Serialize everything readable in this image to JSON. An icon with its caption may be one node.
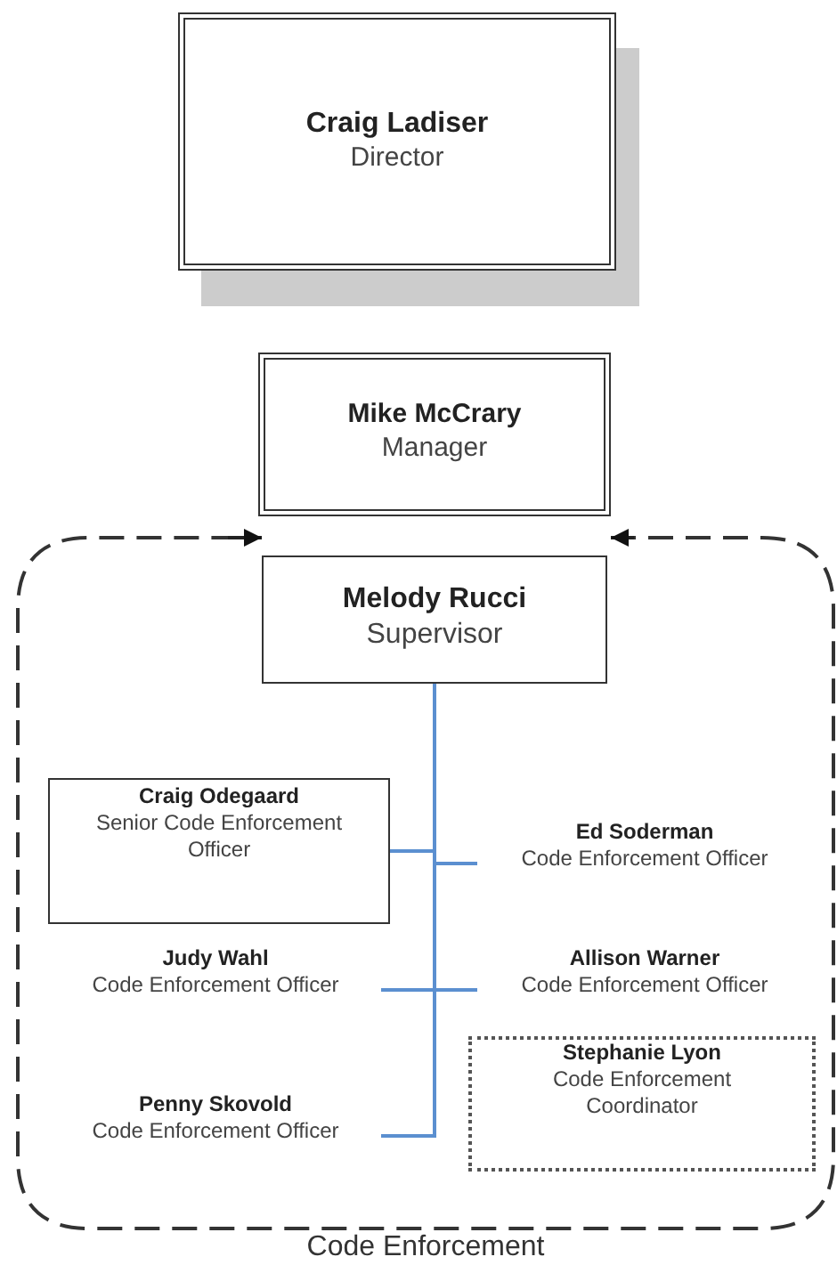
{
  "diagram": {
    "nodes": [
      {
        "text": [
          "Craig Ladiser",
          "Director"
        ]
      },
      {
        "text": [
          "Mike McCrary",
          "Manager"
        ]
      },
      {
        "text": [
          "Code Enforcement"
        ]
      },
      {
        "text": [
          "Melody Rucci",
          "Supervisor"
        ],
        "in": 2
      },
      {
        "text": [
          "Craig Odegaard",
          "Senior Code Enforcement Officer"
        ],
        "in": 2
      },
      {
        "text": [
          "Ed Soderman",
          "Code Enforcement Officer"
        ],
        "in": 2
      },
      {
        "text": [
          "Judy Wahl",
          "Code Enforcement Officer"
        ],
        "in": 2
      },
      {
        "text": [
          "Allison Warner",
          "Code Enforcement Officer"
        ],
        "in": 2
      },
      {
        "text": [
          "Stephanie Lyon",
          "Code Enforcement Coordinator"
        ],
        "in": 2
      },
      {
        "text": [
          "Penny Skovold",
          "Code Enforcement Officer"
        ],
        "in": 2
      }
    ],
    "edges": [
      {
        "from": null,
        "to": 2,
        "arrow": "to",
        "color": "#222222"
      },
      {
        "from": null,
        "to": 2,
        "arrow": "to",
        "color": "#222222"
      },
      {
        "from": 3,
        "to": 4,
        "arrow": "none",
        "color": "#5b8fd0"
      },
      {
        "from": 3,
        "to": 5,
        "arrow": "none",
        "color": "#5b8fd0"
      },
      {
        "from": 3,
        "to": 6,
        "arrow": "none",
        "color": "#5b8fd0"
      },
      {
        "from": 3,
        "to": 7,
        "arrow": "none",
        "color": "#5b8fd0"
      },
      {
        "from": 3,
        "to": 9,
        "arrow": "none",
        "color": "#5b8fd0"
      }
    ]
  }
}
